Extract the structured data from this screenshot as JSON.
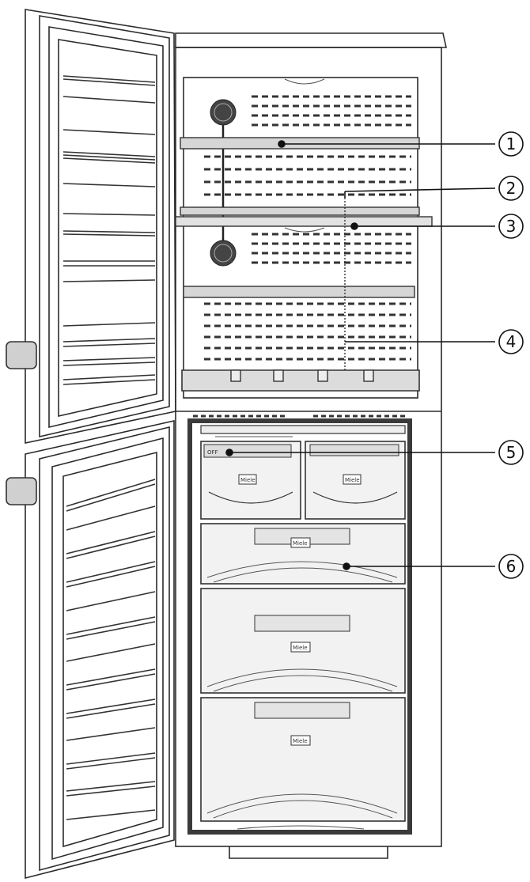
{
  "callouts": [
    {
      "id": 1,
      "label": "1"
    },
    {
      "id": 2,
      "label": "2"
    },
    {
      "id": 3,
      "label": "3"
    },
    {
      "id": 4,
      "label": "4"
    },
    {
      "id": 5,
      "label": "5"
    },
    {
      "id": 6,
      "label": "6"
    }
  ],
  "drawer_panel": {
    "left_text": "OFF",
    "right_text": "-----"
  },
  "logo_text": "Miele",
  "colors": {
    "line": "#2b2b2b",
    "shelf_fill": "#d6d6d6",
    "drawer_fill": "#f0f0f0",
    "compartment_frame": "#3a3a3a"
  }
}
